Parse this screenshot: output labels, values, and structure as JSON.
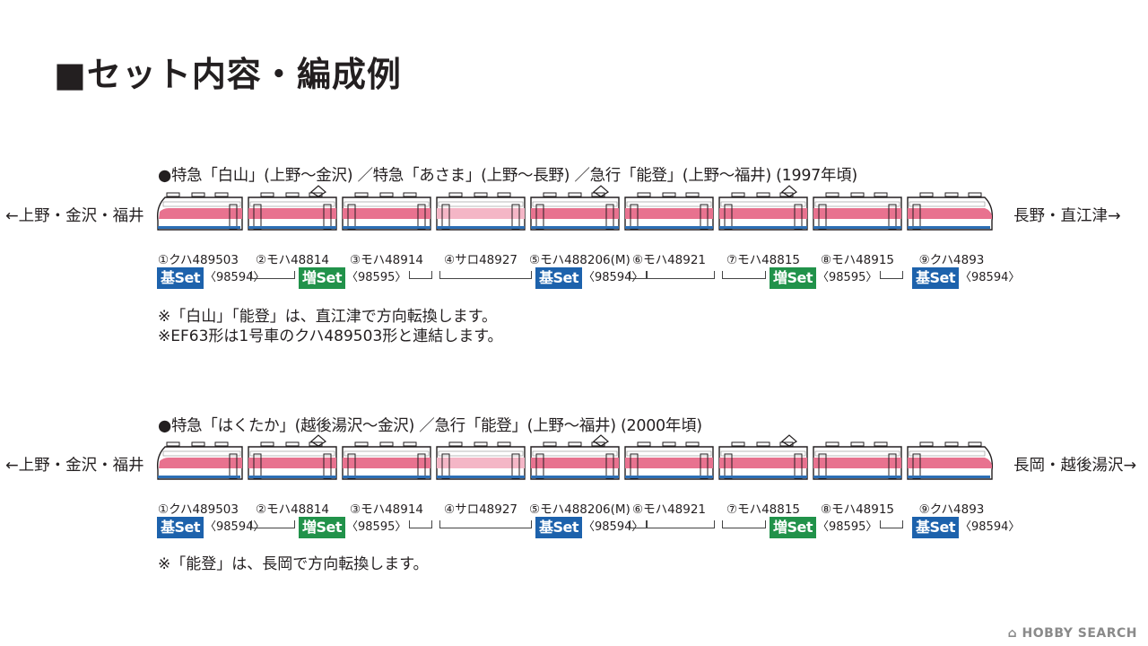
{
  "title": "■セット内容・編成例",
  "sections": [
    {
      "heading": "●特急「白山」(上野～金沢) ／特急「あさま」(上野～長野) ／急行「能登」(上野～福井) (1997年頃)",
      "left_direction": "←上野・金沢・福井",
      "right_direction": "長野・直江津→",
      "notes": [
        "※「白山」「能登」は、直江津で方向転換します。",
        "※EF63形は1号車のクハ489503形と連結します。"
      ]
    },
    {
      "heading": "●特急「はくたか」(越後湯沢～金沢) ／急行「能登」(上野～福井) (2000年頃)",
      "left_direction": "←上野・金沢・福井",
      "right_direction": "長岡・越後湯沢→",
      "notes": [
        "※「能登」は、長岡で方向転換します。"
      ]
    }
  ],
  "cars": [
    {
      "label": "①クハ489503",
      "type": "cab-left",
      "pantograph": false
    },
    {
      "label": "②モハ48814",
      "type": "middle",
      "pantograph": true
    },
    {
      "label": "③モハ48914",
      "type": "middle",
      "pantograph": false
    },
    {
      "label": "④サロ48927",
      "type": "green",
      "pantograph": false
    },
    {
      "label": "⑤モハ488206(M)",
      "type": "middle",
      "pantograph": true
    },
    {
      "label": "⑥モハ48921",
      "type": "middle",
      "pantograph": false
    },
    {
      "label": "⑦モハ48815",
      "type": "middle",
      "pantograph": true
    },
    {
      "label": "⑧モハ48915",
      "type": "middle",
      "pantograph": false
    },
    {
      "label": "⑨クハ4893",
      "type": "cab-right",
      "pantograph": false
    }
  ],
  "sets": [
    {
      "kind": "base",
      "badge": "基Set",
      "code": "〈98594〉"
    },
    {
      "kind": "add",
      "badge": "増Set",
      "code": "〈98595〉"
    },
    {
      "kind": "base",
      "badge": "基Set",
      "code": "〈98594〉"
    },
    {
      "kind": "add",
      "badge": "増Set",
      "code": "〈98595〉"
    },
    {
      "kind": "base",
      "badge": "基Set",
      "code": "〈98594〉"
    }
  ],
  "colors": {
    "stripe": "#e8728f",
    "stripe_light": "#f4b6c6",
    "blue_band": "#2c6fb6",
    "body": "#ffffff",
    "outline": "#231f20",
    "base_badge": "#1d62ac",
    "add_badge": "#21924a"
  },
  "watermark": "HOBBY SEARCH"
}
